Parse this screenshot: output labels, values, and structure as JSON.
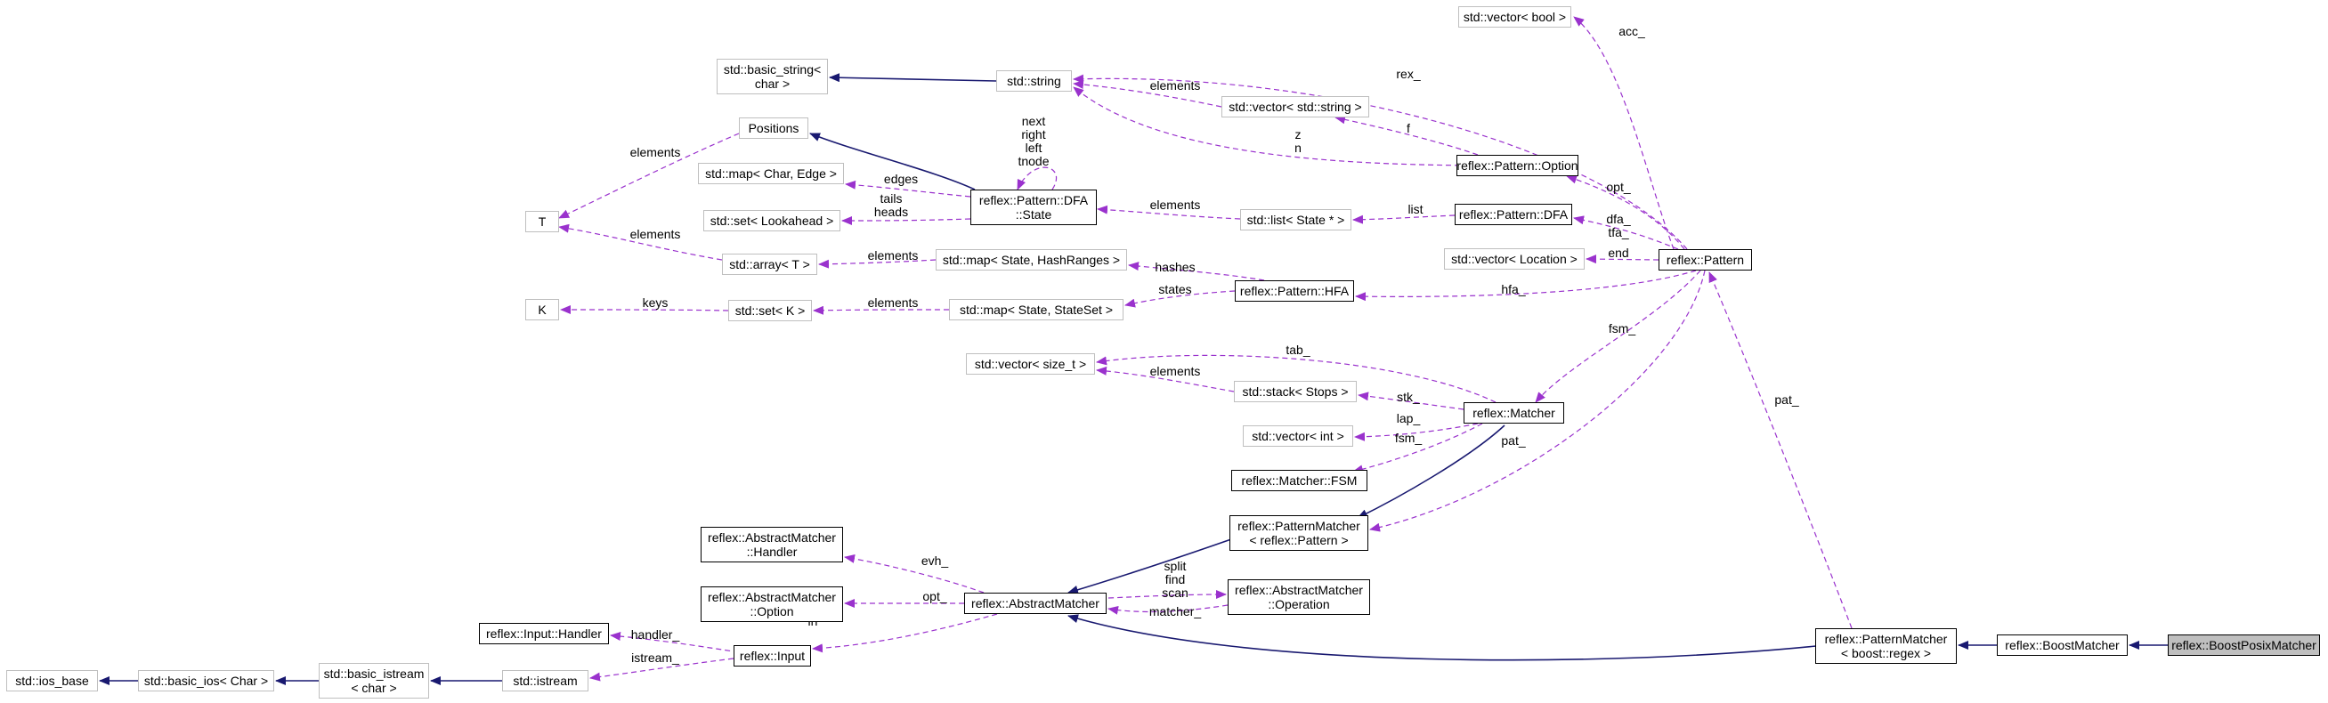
{
  "nodes": {
    "vector_bool": [
      "std::vector< bool >"
    ],
    "basic_string": [
      "std::basic_string<",
      "char >"
    ],
    "std_string": [
      "std::string"
    ],
    "vector_string": [
      "std::vector< std::string >"
    ],
    "positions": [
      "Positions"
    ],
    "map_char_edge": [
      "std::map< Char, Edge >"
    ],
    "dfa_state": [
      "reflex::Pattern::DFA",
      "::State"
    ],
    "pattern_option": [
      "reflex::Pattern::Option"
    ],
    "set_lookahead": [
      "std::set< Lookahead >"
    ],
    "T": [
      "T"
    ],
    "list_state": [
      "std::list< State * >"
    ],
    "pattern_dfa": [
      "reflex::Pattern::DFA"
    ],
    "array_T": [
      "std::array< T >"
    ],
    "map_hashranges": [
      "std::map< State, HashRanges >"
    ],
    "vector_location": [
      "std::vector< Location >"
    ],
    "pattern": [
      "reflex::Pattern"
    ],
    "pattern_hfa": [
      "reflex::Pattern::HFA"
    ],
    "K": [
      "K"
    ],
    "set_K": [
      "std::set< K >"
    ],
    "map_stateset": [
      "std::map< State, StateSet >"
    ],
    "vector_size_t": [
      "std::vector< size_t >"
    ],
    "stack_stops": [
      "std::stack< Stops >"
    ],
    "matcher": [
      "reflex::Matcher"
    ],
    "vector_int": [
      "std::vector< int >"
    ],
    "matcher_fsm": [
      "reflex::Matcher::FSM"
    ],
    "pm_pattern": [
      "reflex::PatternMatcher",
      "< reflex::Pattern >"
    ],
    "am_handler": [
      "reflex::AbstractMatcher",
      "::Handler"
    ],
    "am_option": [
      "reflex::AbstractMatcher",
      "::Option"
    ],
    "abstract_matcher": [
      "reflex::AbstractMatcher"
    ],
    "am_operation": [
      "reflex::AbstractMatcher",
      "::Operation"
    ],
    "input_handler": [
      "reflex::Input::Handler"
    ],
    "input": [
      "reflex::Input"
    ],
    "ios_base": [
      "std::ios_base"
    ],
    "basic_ios": [
      "std::basic_ios< Char >"
    ],
    "basic_istream": [
      "std::basic_istream",
      "< char >"
    ],
    "istream": [
      "std::istream"
    ],
    "pm_boost": [
      "reflex::PatternMatcher",
      "< boost::regex >"
    ],
    "boost_matcher": [
      "reflex::BoostMatcher"
    ],
    "boost_posix": [
      "reflex::BoostPosixMatcher"
    ]
  },
  "edge_labels": {
    "acc": [
      "acc_"
    ],
    "rex": [
      "rex_"
    ],
    "vs_elements": [
      "elements"
    ],
    "zn": [
      "z",
      "n"
    ],
    "f": [
      "f"
    ],
    "opt": [
      "opt_"
    ],
    "t_elements": [
      "elements"
    ],
    "self_loop": [
      "next",
      "right",
      "left",
      "tnode"
    ],
    "edges": [
      "edges"
    ],
    "tails_heads": [
      "tails",
      "heads"
    ],
    "list_elements": [
      "elements"
    ],
    "list": [
      "list"
    ],
    "dfa_tfa": [
      "dfa_",
      "tfa_"
    ],
    "arr_elements": [
      "elements"
    ],
    "end": [
      "end"
    ],
    "hashes": [
      "hashes"
    ],
    "arr_map_elements": [
      "elements"
    ],
    "states": [
      "states"
    ],
    "hfa": [
      "hfa_"
    ],
    "keys": [
      "keys"
    ],
    "setk_elements": [
      "elements"
    ],
    "fsm_top": [
      "fsm_"
    ],
    "tab": [
      "tab_"
    ],
    "stack_elements": [
      "elements"
    ],
    "stk": [
      "stk_"
    ],
    "lap": [
      "lap_"
    ],
    "fsm": [
      "fsm_"
    ],
    "pat_inner": [
      "pat_"
    ],
    "pat_outer": [
      "pat_"
    ],
    "evh": [
      "evh_"
    ],
    "opt_am": [
      "opt_"
    ],
    "split_find_scan": [
      "split",
      "find",
      "scan"
    ],
    "matcher_lbl": [
      "matcher_"
    ],
    "in": [
      "in"
    ],
    "handler": [
      "handler_"
    ],
    "istream": [
      "istream_"
    ]
  },
  "colors": {
    "inheritance": "#191970",
    "usage": "#9a32cd",
    "box_gray": "#bfbfbf",
    "box_black": "#000000",
    "focus_fill": "#bfbfbf"
  }
}
